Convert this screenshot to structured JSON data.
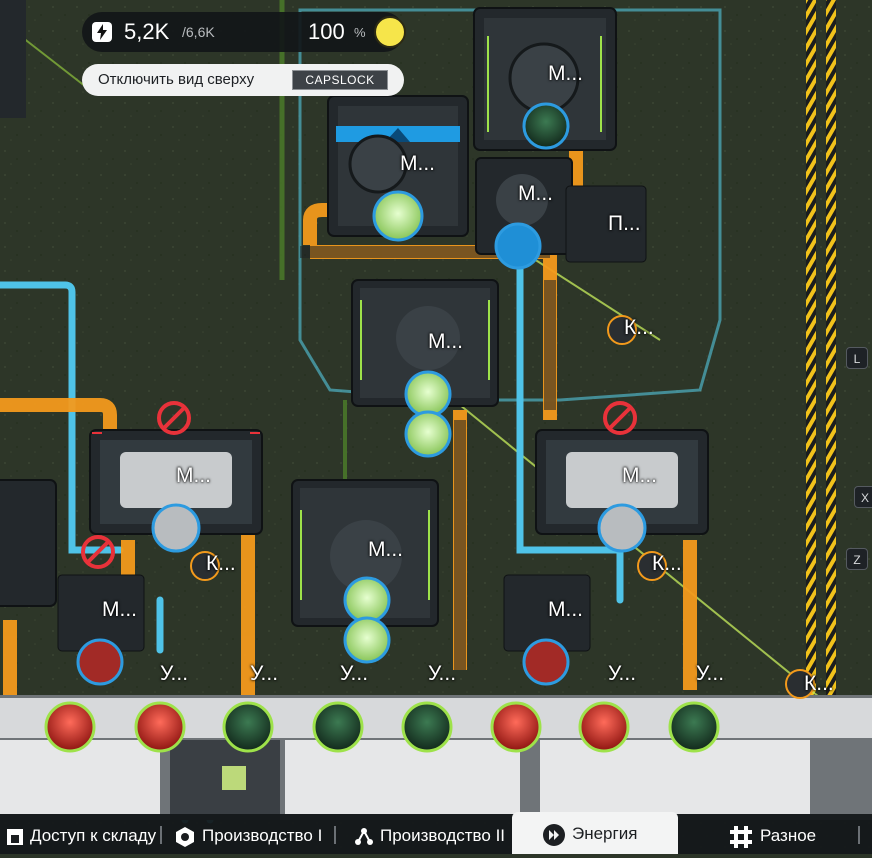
{
  "hud": {
    "power": "5,2K",
    "capacity": "/6,6K",
    "percent": "100",
    "percent_symbol": "%",
    "battery_icon": "battery-icon",
    "bolt_icon": "lightning-icon"
  },
  "hint": {
    "text": "Отключить вид сверху",
    "key": "CAPSLOCK"
  },
  "buildings": [
    {
      "id": "m1",
      "label": "М..."
    },
    {
      "id": "m2",
      "label": "М..."
    },
    {
      "id": "m3",
      "label": "М..."
    },
    {
      "id": "p1",
      "label": "П..."
    },
    {
      "id": "k1",
      "label": "К..."
    },
    {
      "id": "m4",
      "label": "М..."
    },
    {
      "id": "m5",
      "label": "М..."
    },
    {
      "id": "m6",
      "label": "М..."
    },
    {
      "id": "k2",
      "label": "К..."
    },
    {
      "id": "m7",
      "label": "М..."
    },
    {
      "id": "k3",
      "label": "К..."
    },
    {
      "id": "m8",
      "label": "М..."
    },
    {
      "id": "m9",
      "label": "М..."
    },
    {
      "id": "k4",
      "label": "К..."
    },
    {
      "id": "u1",
      "label": "У..."
    },
    {
      "id": "u2",
      "label": "У..."
    },
    {
      "id": "u3",
      "label": "У..."
    },
    {
      "id": "u4",
      "label": "У..."
    },
    {
      "id": "u5",
      "label": "У..."
    },
    {
      "id": "u6",
      "label": "У..."
    }
  ],
  "hotkeys": [
    "L",
    "X",
    "Z"
  ],
  "tabs": [
    {
      "label": "Доступ к складу",
      "icon": "storage-icon"
    },
    {
      "label": "Производство I",
      "icon": "hexagon-icon"
    },
    {
      "label": "Производство II",
      "icon": "nodes-icon"
    },
    {
      "label": "Энергия",
      "icon": "energy-icon",
      "active": true
    },
    {
      "label": "Разное",
      "icon": "hash-icon"
    }
  ],
  "colors": {
    "ground": "#2c3528",
    "conveyor": "#f39a1c",
    "pipe": "#4fc3e8",
    "hazard": "#f1c21b",
    "alert": "#e8323a",
    "status_ring": "#2d9be0"
  }
}
